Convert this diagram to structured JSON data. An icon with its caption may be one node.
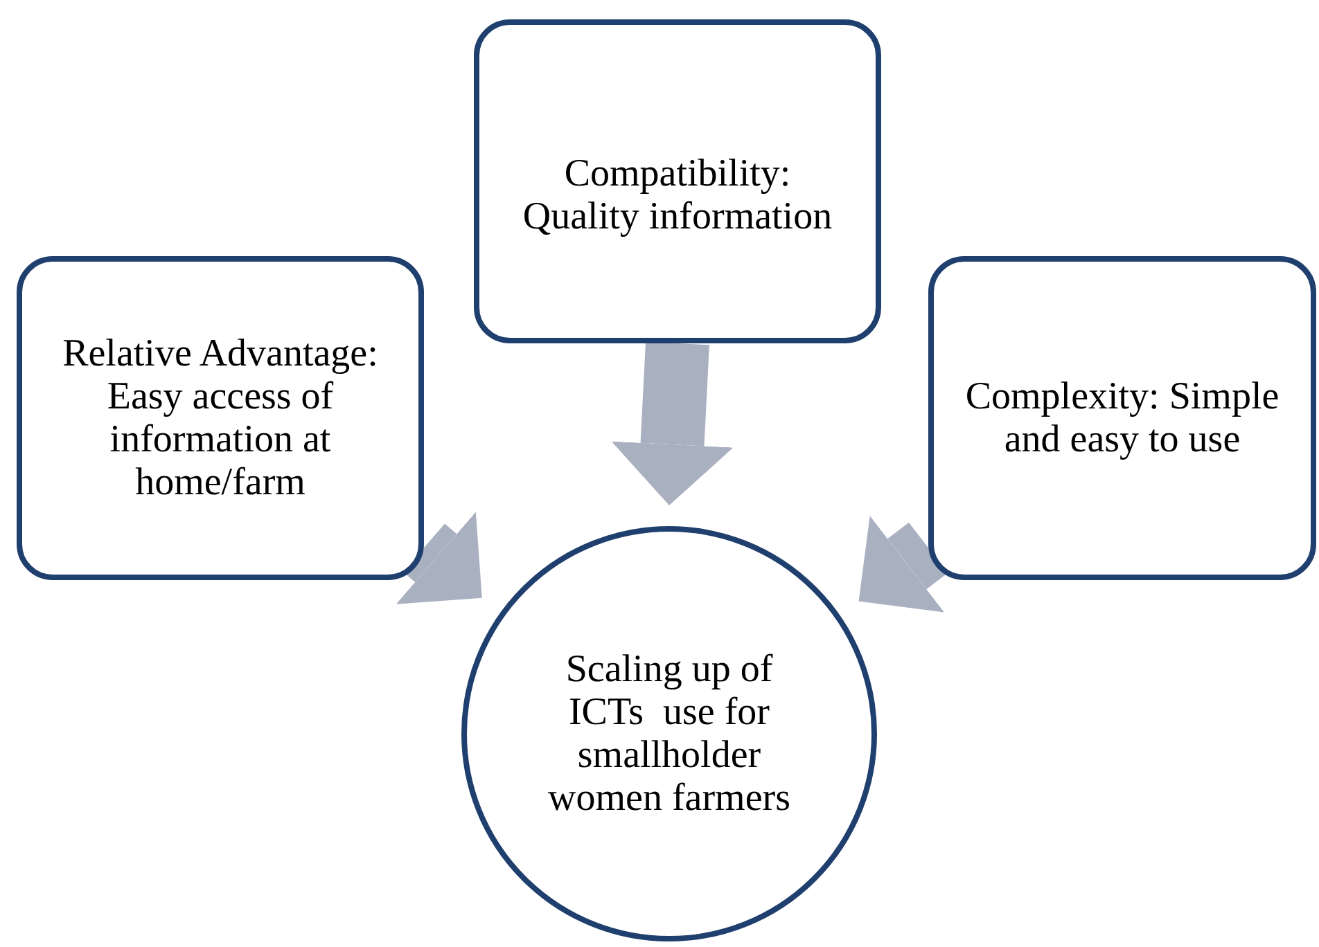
{
  "diagram": {
    "nodes": [
      {
        "text": [
          "Relative Advantage: Easy access of information at home/farm"
        ]
      },
      {
        "text": [
          "Compatibility: Quality information"
        ]
      },
      {
        "text": [
          "Complexity: Simple and easy to use"
        ]
      },
      {
        "text": [
          "Scaling up of ICTs  use for smallholder women farmers"
        ]
      }
    ],
    "edges": [
      {
        "from": 0,
        "to": 3,
        "arrow": "to"
      },
      {
        "from": 1,
        "to": 3,
        "arrow": "to"
      },
      {
        "from": 2,
        "to": 3,
        "arrow": "to"
      }
    ]
  }
}
